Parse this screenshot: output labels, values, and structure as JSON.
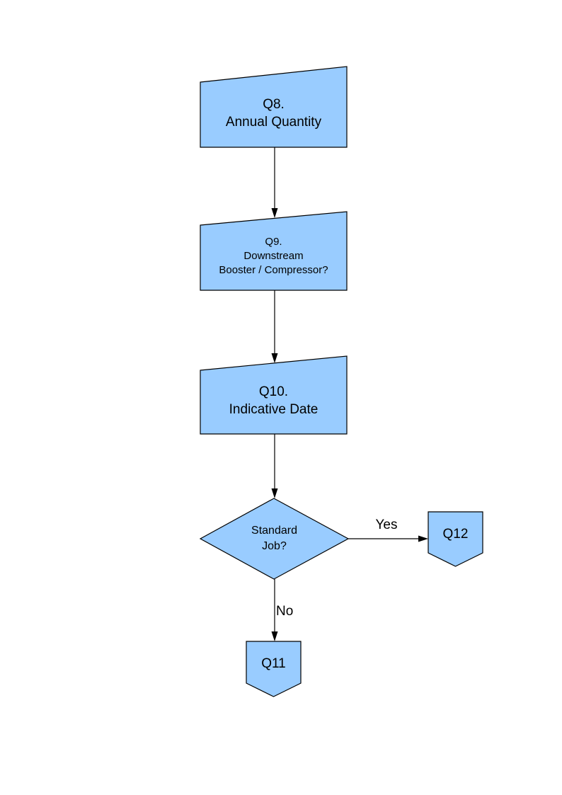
{
  "diagram": {
    "type": "flowchart",
    "colors": {
      "shape_fill": "#99CCFF",
      "shape_stroke": "#000000",
      "text": "#000000",
      "page_background": "#FFFFFF"
    },
    "nodes": {
      "q8": {
        "shape": "manual-input",
        "lines": [
          "Q8.",
          "Annual Quantity"
        ]
      },
      "q9": {
        "shape": "manual-input",
        "lines": [
          "Q9.",
          "Downstream",
          "Booster / Compressor?"
        ]
      },
      "q10": {
        "shape": "manual-input",
        "lines": [
          "Q10.",
          "Indicative Date"
        ]
      },
      "standard_job": {
        "shape": "decision",
        "lines": [
          "Standard",
          "Job?"
        ]
      },
      "q12": {
        "shape": "off-page-connector",
        "lines": [
          "Q12"
        ]
      },
      "q11": {
        "shape": "off-page-connector",
        "lines": [
          "Q11"
        ]
      }
    },
    "edges": {
      "q8_to_q9": {
        "from": "q8",
        "to": "q9",
        "label": ""
      },
      "q9_to_q10": {
        "from": "q9",
        "to": "q10",
        "label": ""
      },
      "q10_to_decision": {
        "from": "q10",
        "to": "standard_job",
        "label": ""
      },
      "decision_to_q12": {
        "from": "standard_job",
        "to": "q12",
        "label": "Yes"
      },
      "decision_to_q11": {
        "from": "standard_job",
        "to": "q11",
        "label": "No"
      }
    }
  }
}
